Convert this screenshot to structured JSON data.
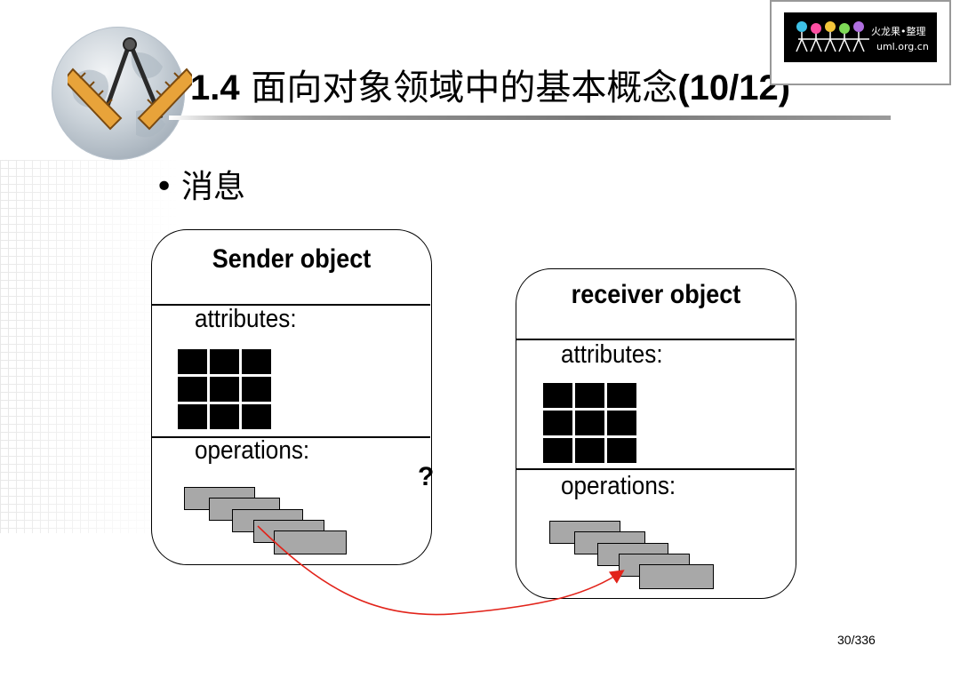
{
  "slide": {
    "title_number": "1.4",
    "title_text": "面向对象领域中的基本概念",
    "title_count": "(10/12)",
    "bullet": "消息",
    "question_mark": "?",
    "page_number": "30/336"
  },
  "brand": {
    "cn": "火龙果•整理",
    "url": "uml.org.cn"
  },
  "sender": {
    "title": "Sender object",
    "attributes_label": "attributes:",
    "operations_label": "operations:"
  },
  "receiver": {
    "title": "receiver object",
    "attributes_label": "attributes:",
    "operations_label": "operations:"
  },
  "colors": {
    "arrow": "#e2231a",
    "operation_fill": "#a8a8a8"
  },
  "icons": {
    "logo": "compass-ruler-icon",
    "globe": "globe-icon"
  }
}
